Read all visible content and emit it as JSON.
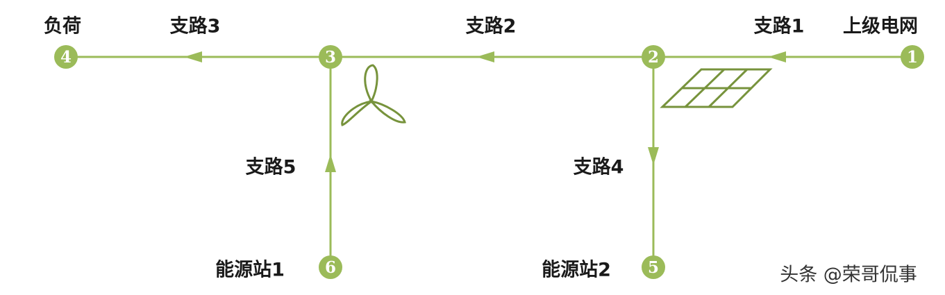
{
  "colors": {
    "line": "#9bbb59",
    "icon": "#77933c",
    "node_text": "#ffffff"
  },
  "nodes": [
    {
      "id": "1"
    },
    {
      "id": "2"
    },
    {
      "id": "3"
    },
    {
      "id": "4"
    },
    {
      "id": "5"
    },
    {
      "id": "6"
    }
  ],
  "labels": {
    "load": "负荷",
    "grid": "上级电网",
    "branch1": "支路1",
    "branch2": "支路2",
    "branch3": "支路3",
    "branch4": "支路4",
    "branch5": "支路5",
    "station1": "能源站1",
    "station2": "能源站2"
  },
  "watermark": "头条 @荣哥侃事"
}
